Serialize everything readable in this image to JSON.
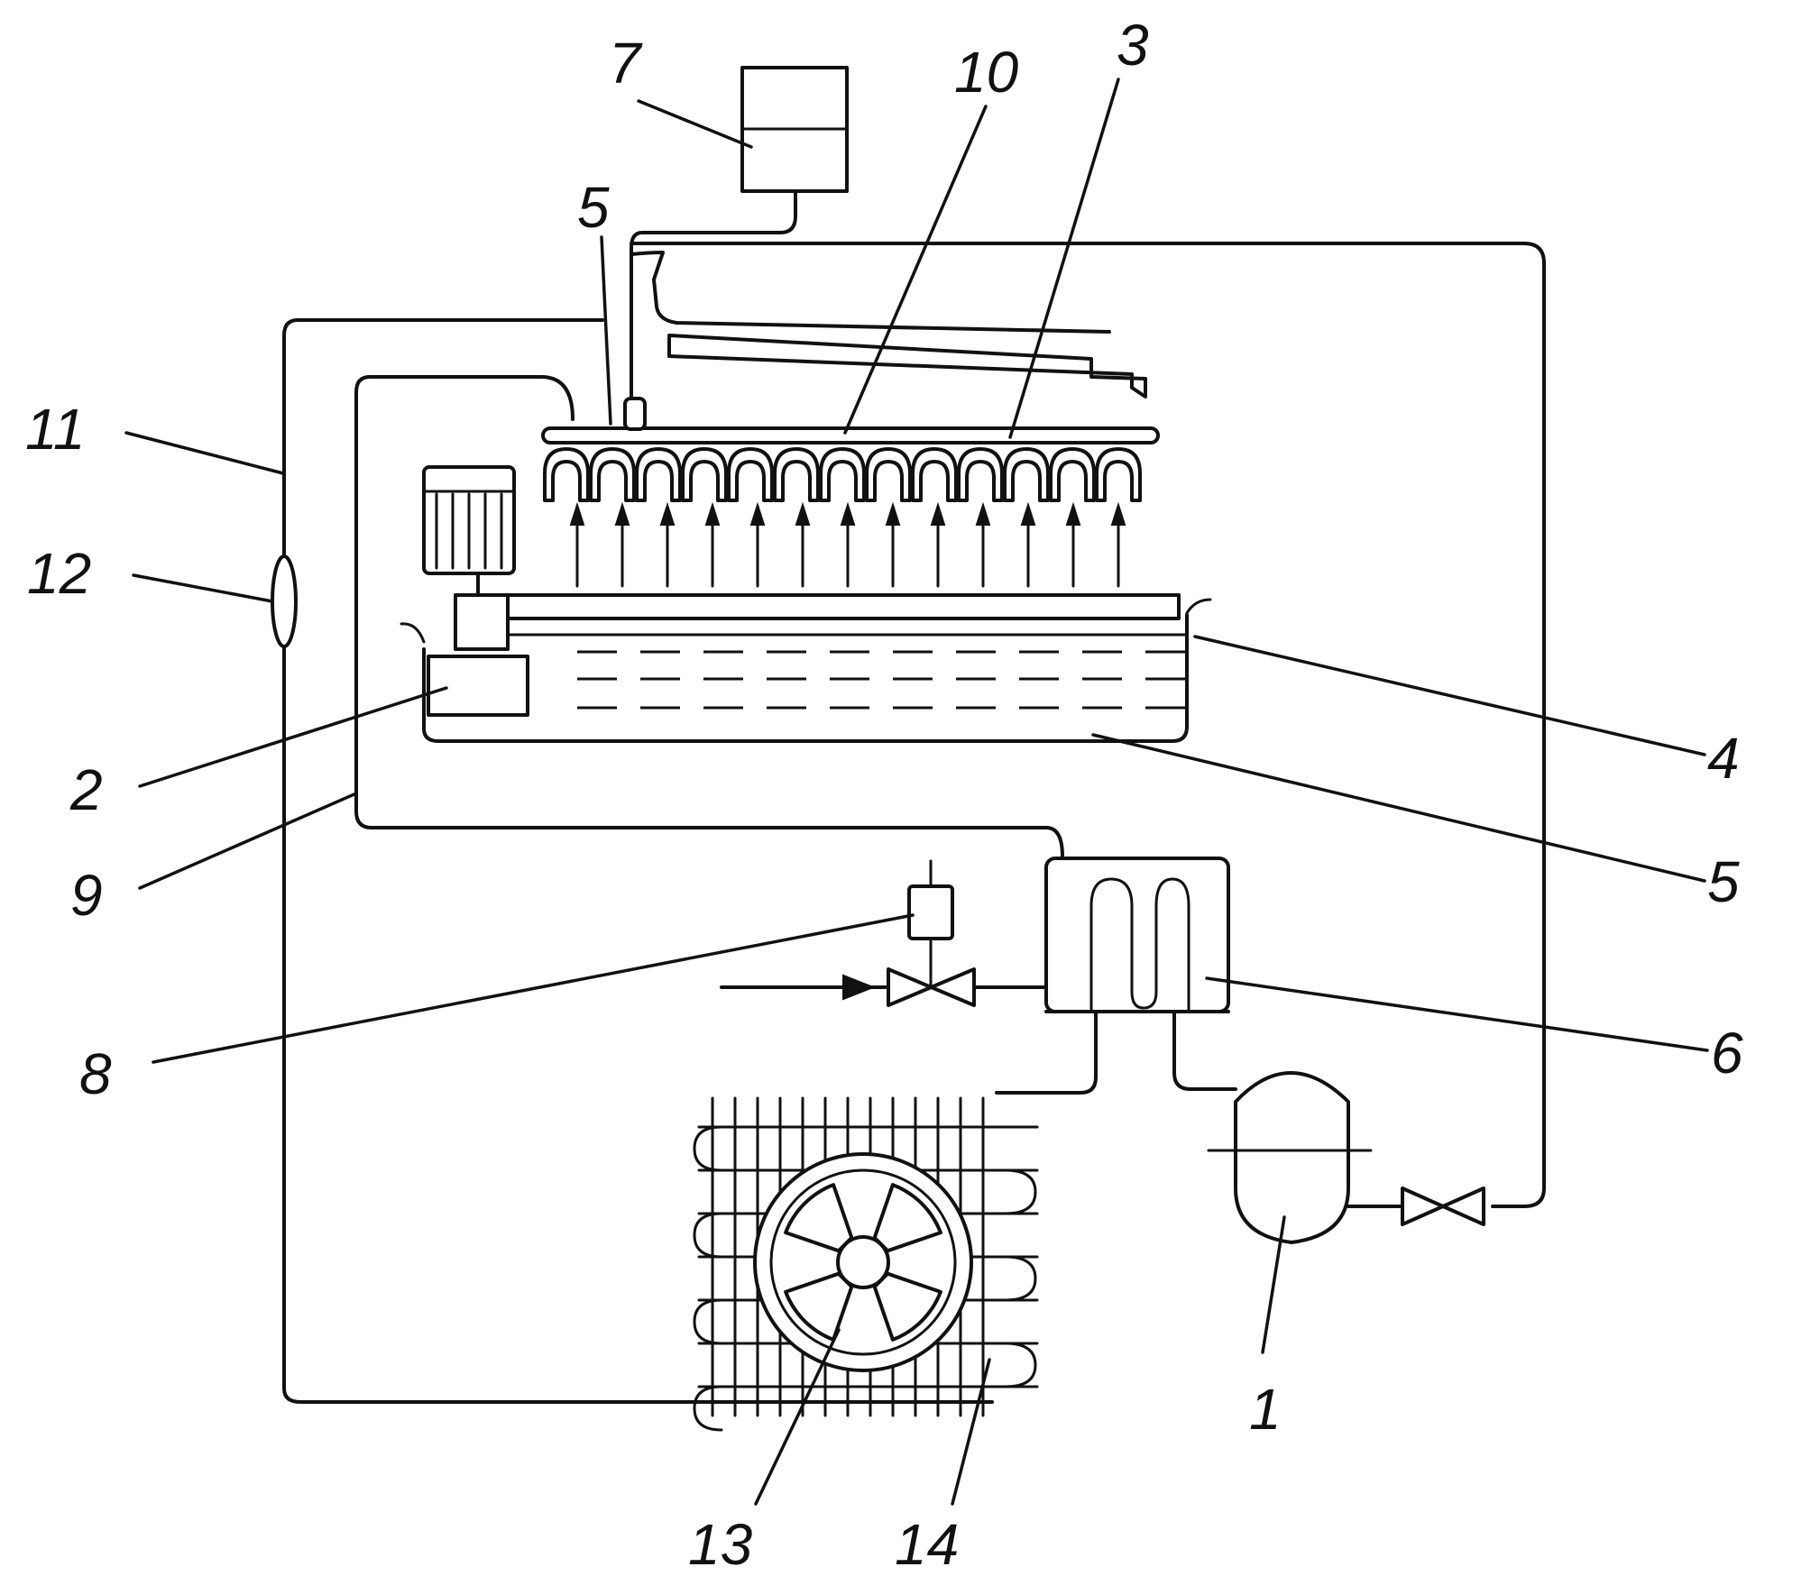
{
  "callouts": {
    "c7": "7",
    "c10": "10",
    "c3": "3",
    "c5_top": "5",
    "c11": "11",
    "c12": "12",
    "c2": "2",
    "c9": "9",
    "c8": "8",
    "c4": "4",
    "c5_right": "5",
    "c6": "6",
    "c1": "1",
    "c13": "13",
    "c14": "14"
  },
  "colors": {
    "line": "#111111",
    "background": "#ffffff"
  }
}
